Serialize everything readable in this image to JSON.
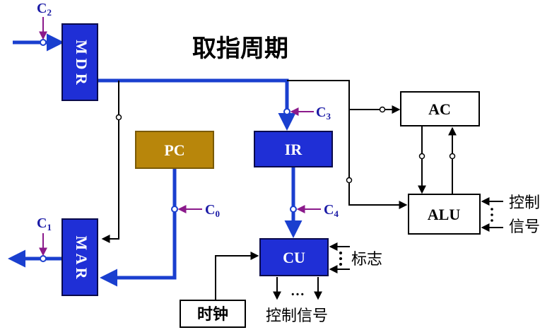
{
  "title": "取指周期",
  "registers": {
    "mdr": "M D R",
    "mar": "M A R",
    "pc": "PC",
    "ir": "IR",
    "cu": "CU"
  },
  "units": {
    "ac": "AC",
    "alu": "ALU",
    "clock": "时钟"
  },
  "control_points": {
    "c0": "C",
    "c0_sub": "0",
    "c1": "C",
    "c1_sub": "1",
    "c2": "C",
    "c2_sub": "2",
    "c3": "C",
    "c3_sub": "3",
    "c4": "C",
    "c4_sub": "4"
  },
  "labels": {
    "flags": "标志",
    "cu_control_signals": "控制信号",
    "alu_control_line1": "控制",
    "alu_control_line2": "信号",
    "ellipsis": "…"
  },
  "colors": {
    "bus_blue": "#1a3fcf",
    "register_fill": "#1f2fd6",
    "pc_fill": "#b8860b",
    "control_purple": "#8b1a8b",
    "control_text": "#1a1aa6"
  }
}
